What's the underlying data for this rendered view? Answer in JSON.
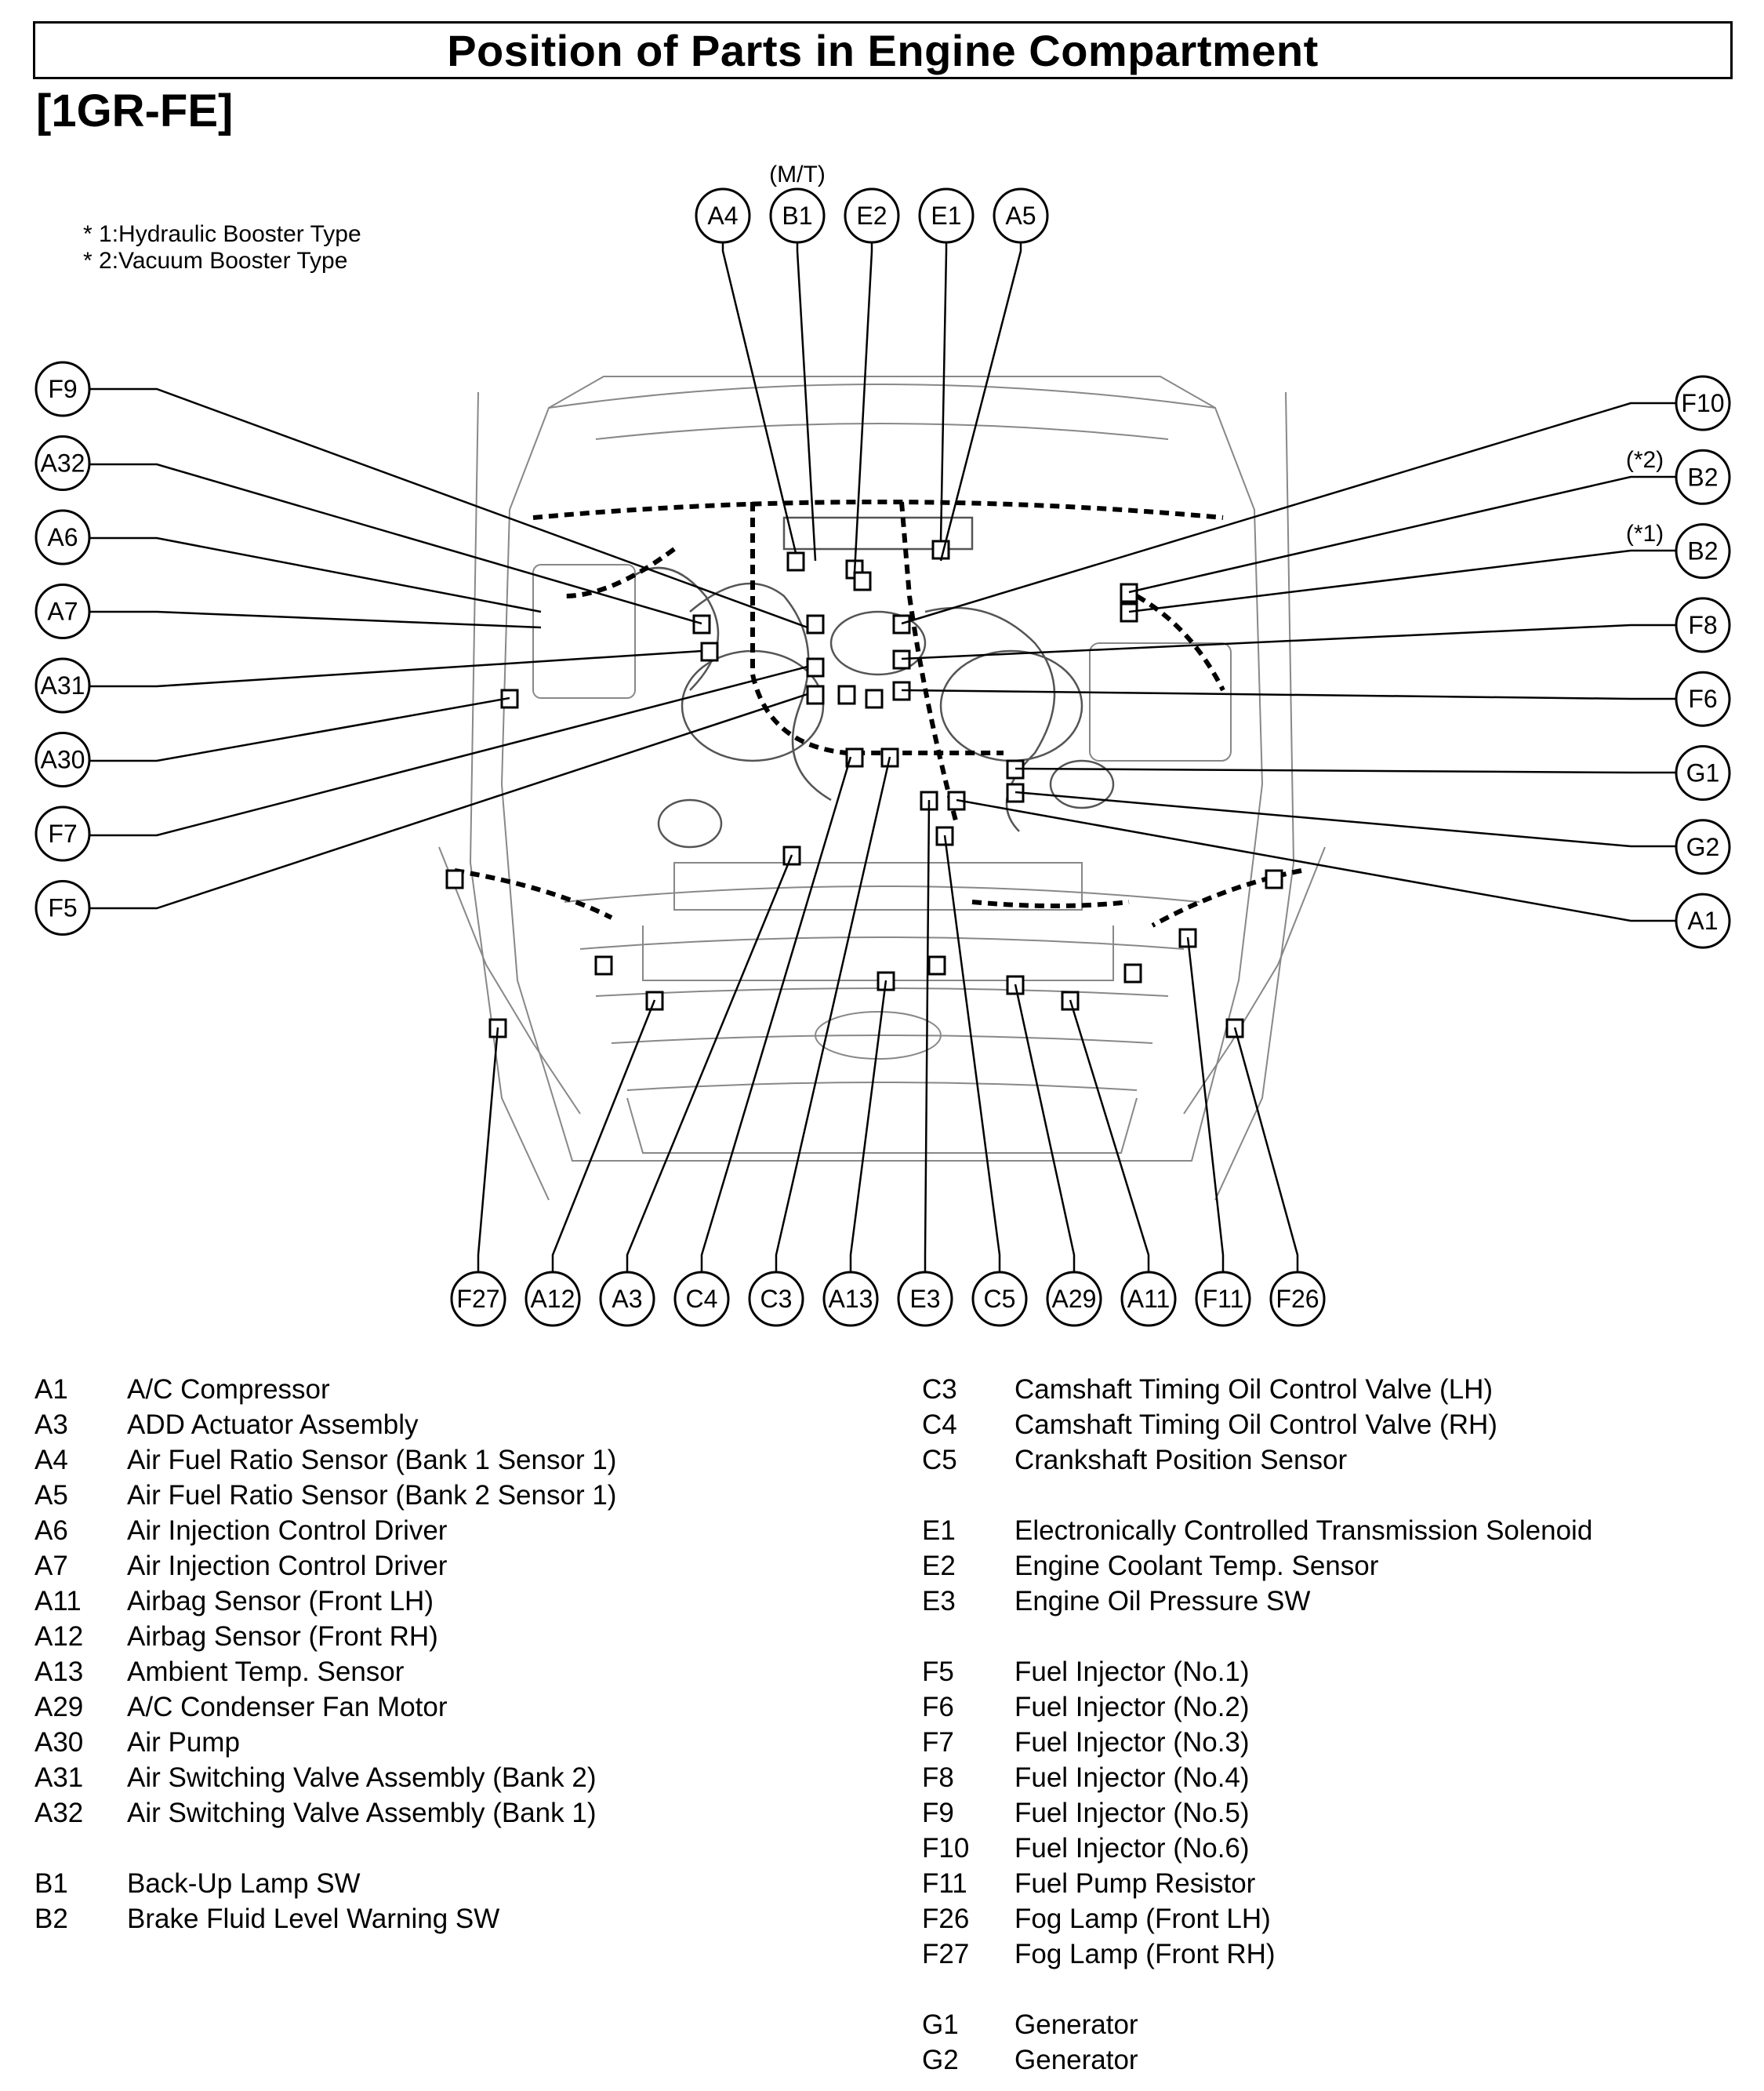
{
  "title": "Position of Parts in Engine Compartment",
  "subtitle": "[1GR-FE]",
  "notes": [
    "* 1:Hydraulic Booster Type",
    "* 2:Vacuum Booster Type"
  ],
  "callouts": {
    "top": [
      "A4",
      "B1",
      "E2",
      "E1",
      "A5"
    ],
    "top_note": "(M/T)",
    "left": [
      "F9",
      "A32",
      "A6",
      "A7",
      "A31",
      "A30",
      "F7",
      "F5"
    ],
    "right": [
      "F10",
      "B2",
      "B2",
      "F8",
      "F6",
      "G1",
      "G2",
      "A1"
    ],
    "right_notes": [
      "(*2)",
      "(*1)"
    ],
    "bottom": [
      "F27",
      "A12",
      "A3",
      "C4",
      "C3",
      "A13",
      "E3",
      "C5",
      "A29",
      "A11",
      "F11",
      "F26"
    ]
  },
  "legend_left": [
    {
      "code": "A1",
      "desc": "A/C Compressor"
    },
    {
      "code": "A3",
      "desc": "ADD Actuator Assembly"
    },
    {
      "code": "A4",
      "desc": "Air Fuel Ratio Sensor (Bank 1 Sensor 1)"
    },
    {
      "code": "A5",
      "desc": "Air Fuel Ratio Sensor (Bank 2 Sensor 1)"
    },
    {
      "code": "A6",
      "desc": "Air Injection Control Driver"
    },
    {
      "code": "A7",
      "desc": "Air Injection Control Driver"
    },
    {
      "code": "A11",
      "desc": "Airbag Sensor (Front LH)"
    },
    {
      "code": "A12",
      "desc": "Airbag Sensor (Front RH)"
    },
    {
      "code": "A13",
      "desc": "Ambient Temp. Sensor"
    },
    {
      "code": "A29",
      "desc": "A/C Condenser Fan Motor"
    },
    {
      "code": "A30",
      "desc": "Air Pump"
    },
    {
      "code": "A31",
      "desc": "Air Switching Valve Assembly (Bank 2)"
    },
    {
      "code": "A32",
      "desc": "Air Switching Valve Assembly (Bank 1)"
    },
    {
      "code": "B1",
      "desc": "Back-Up Lamp SW"
    },
    {
      "code": "B2",
      "desc": "Brake Fluid Level Warning SW"
    }
  ],
  "legend_right": [
    {
      "code": "C3",
      "desc": "Camshaft Timing Oil Control Valve (LH)"
    },
    {
      "code": "C4",
      "desc": "Camshaft Timing Oil Control Valve (RH)"
    },
    {
      "code": "C5",
      "desc": "Crankshaft Position Sensor"
    },
    {
      "code": "E1",
      "desc": "Electronically Controlled Transmission Solenoid"
    },
    {
      "code": "E2",
      "desc": "Engine Coolant Temp. Sensor"
    },
    {
      "code": "E3",
      "desc": "Engine Oil Pressure SW"
    },
    {
      "code": "F5",
      "desc": "Fuel Injector (No.1)"
    },
    {
      "code": "F6",
      "desc": "Fuel Injector (No.2)"
    },
    {
      "code": "F7",
      "desc": "Fuel Injector (No.3)"
    },
    {
      "code": "F8",
      "desc": "Fuel Injector (No.4)"
    },
    {
      "code": "F9",
      "desc": "Fuel Injector (No.5)"
    },
    {
      "code": "F10",
      "desc": "Fuel Injector (No.6)"
    },
    {
      "code": "F11",
      "desc": "Fuel Pump Resistor"
    },
    {
      "code": "F26",
      "desc": "Fog Lamp (Front LH)"
    },
    {
      "code": "F27",
      "desc": "Fog Lamp (Front RH)"
    },
    {
      "code": "G1",
      "desc": "Generator"
    },
    {
      "code": "G2",
      "desc": "Generator"
    }
  ]
}
